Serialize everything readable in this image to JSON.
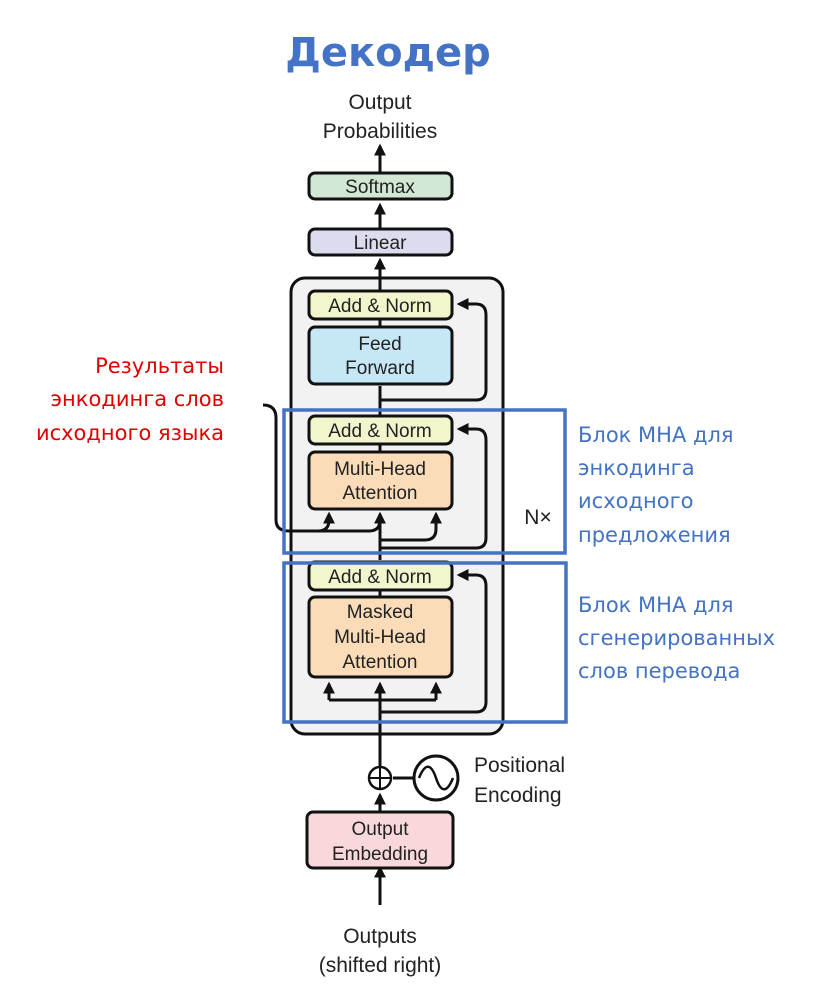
{
  "title": "Декодер",
  "colors": {
    "title": "#4472c4",
    "annotation_red": "#e00000",
    "annotation_blue": "#4472c4",
    "softmax_fill": "#d2e8d4",
    "linear_fill": "#dcdcef",
    "addnorm_fill": "#f3f5cd",
    "ff_fill": "#c6e7f6",
    "mha_fill": "#fbdcb8",
    "emb_fill": "#f9d8dc",
    "stack_fill": "#f2f2f2",
    "highlight_border": "#4472c4"
  },
  "outputs": {
    "line1": "Outputs",
    "line2": "(shifted right)"
  },
  "embedding": {
    "line1": "Output",
    "line2": "Embedding"
  },
  "positional": {
    "line1": "Positional",
    "line2": "Encoding",
    "icon": "sine-wave-icon",
    "adder_icon": "circled-plus-icon"
  },
  "stack": {
    "repeat_label": "N×"
  },
  "masked_mha": {
    "line1": "Masked",
    "line2": "Multi-Head",
    "line3": "Attention"
  },
  "add_norm_label": "Add & Norm",
  "cross_mha": {
    "line1": "Multi-Head",
    "line2": "Attention"
  },
  "feed_forward": {
    "line1": "Feed",
    "line2": "Forward"
  },
  "linear": "Linear",
  "softmax": "Softmax",
  "output_probs": {
    "line1": "Output",
    "line2": "Probabilities"
  },
  "annotations": {
    "encoder_results": [
      "Результаты",
      "энкодинга слов",
      "исходного языка"
    ],
    "cross_block": [
      "Блок МНА для",
      "энкодинга",
      "исходного",
      "предложения"
    ],
    "masked_block": [
      "Блок МНА для",
      "сгенерированных",
      "слов перевода"
    ]
  }
}
